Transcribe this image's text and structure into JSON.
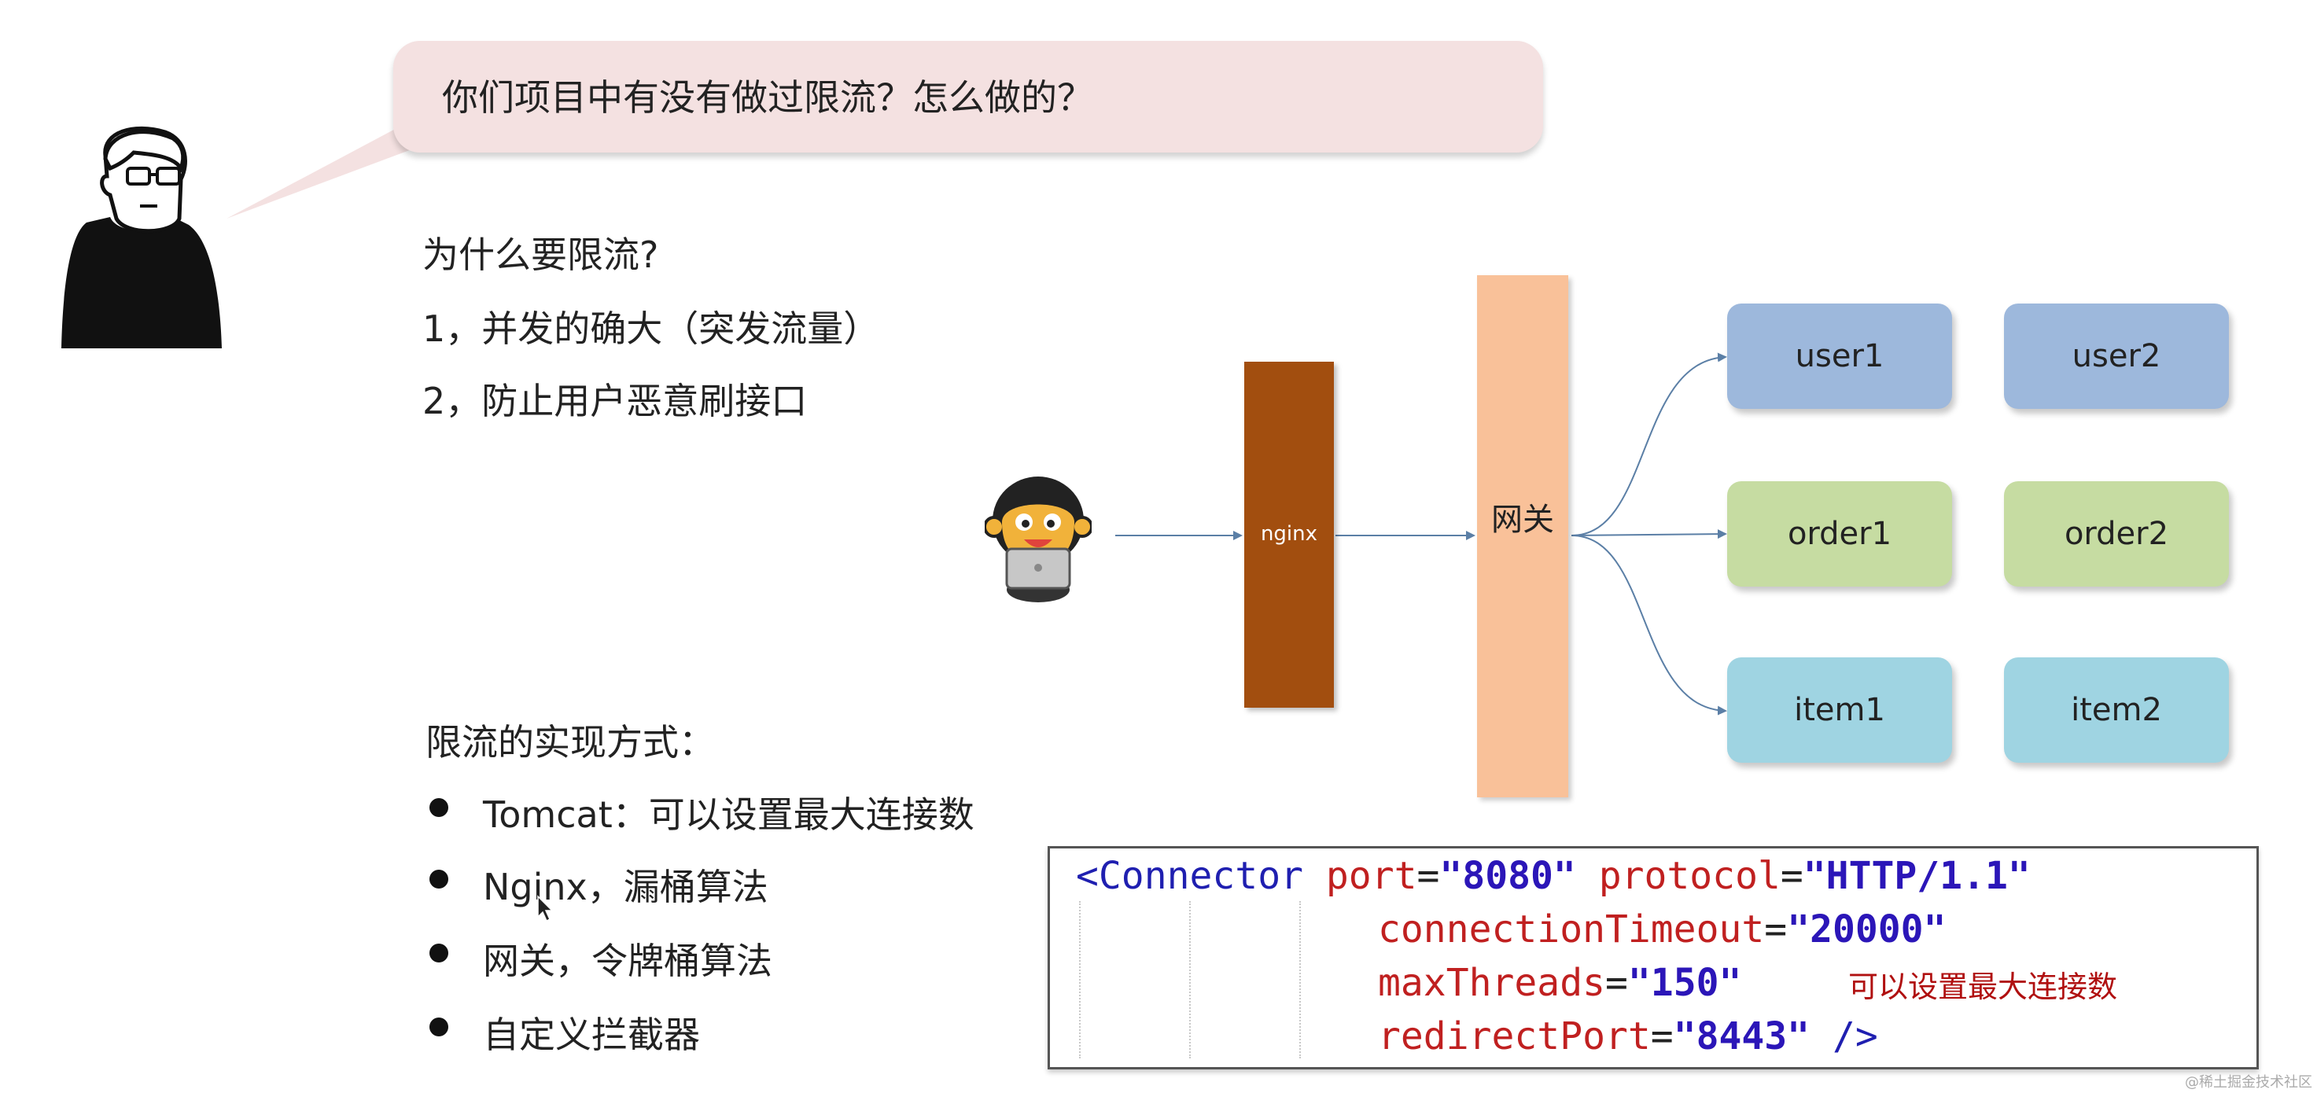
{
  "question": "你们项目中有没有做过限流？怎么做的？",
  "why": {
    "heading": "为什么要限流?",
    "reasons": [
      "1，并发的确大（突发流量）",
      "2，防止用户恶意刷接口"
    ]
  },
  "methods": {
    "heading": "限流的实现方式：",
    "items": [
      "Tomcat：可以设置最大连接数",
      "Nginx，漏桶算法",
      "网关，令牌桶算法",
      "自定义拦截器"
    ]
  },
  "diagram": {
    "nginx_label": "nginx",
    "gateway_label": "网关",
    "services": [
      {
        "label": "user1",
        "color": "#9db8dc"
      },
      {
        "label": "user2",
        "color": "#9db8dc"
      },
      {
        "label": "order1",
        "color": "#c6dca2"
      },
      {
        "label": "order2",
        "color": "#c6dca2"
      },
      {
        "label": "item1",
        "color": "#9fd4e2"
      },
      {
        "label": "item2",
        "color": "#9fd4e2"
      }
    ],
    "arrow_color": "#5b7fa6"
  },
  "code": {
    "tag": "<Connector",
    "port_attr": "port",
    "port_val": "\"8080\"",
    "protocol_attr": "protocol",
    "protocol_val": "\"HTTP/1.1\"",
    "timeout_attr": "connectionTimeout",
    "timeout_val": "\"20000\"",
    "threads_attr": "maxThreads",
    "threads_val": "\"150\"",
    "redirect_attr": "redirectPort",
    "redirect_val": "\"8443\"",
    "close": "/>",
    "note": "可以设置最大连接数"
  },
  "watermark": "@稀土掘金技术社区"
}
